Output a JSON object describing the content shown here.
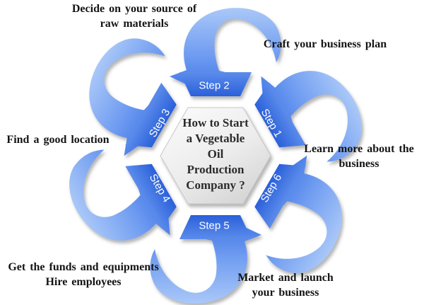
{
  "diagram": {
    "center_lines": [
      "How to Start",
      "a Vegetable",
      "Oil",
      "Production",
      "Company ?"
    ],
    "steps": [
      {
        "label": "Step 1",
        "caption_lines": [
          "Learn more about the",
          "business"
        ]
      },
      {
        "label": "Step 2",
        "caption_lines": [
          "Craft your business plan"
        ]
      },
      {
        "label": "Step 3",
        "caption_lines": [
          "Decide on your source of",
          "raw materials"
        ]
      },
      {
        "label": "Step 4",
        "caption_lines": [
          "Find a good location"
        ]
      },
      {
        "label": "Step 5",
        "caption_lines": [
          "Get the funds and equipments",
          "Hire employees"
        ]
      },
      {
        "label": "Step 6",
        "caption_lines": [
          "Market and launch",
          "your business"
        ]
      }
    ],
    "colors": {
      "segment_light": "#5c8ceb",
      "segment_dark": "#2a60da",
      "swoosh_light": "#aac8f8",
      "swoosh_dark": "#4077e8",
      "hexagon_light": "#fcfcfc",
      "hexagon_dark": "#d6d6d6",
      "caption_text": "#141414",
      "step_text": "#ffffff"
    }
  }
}
